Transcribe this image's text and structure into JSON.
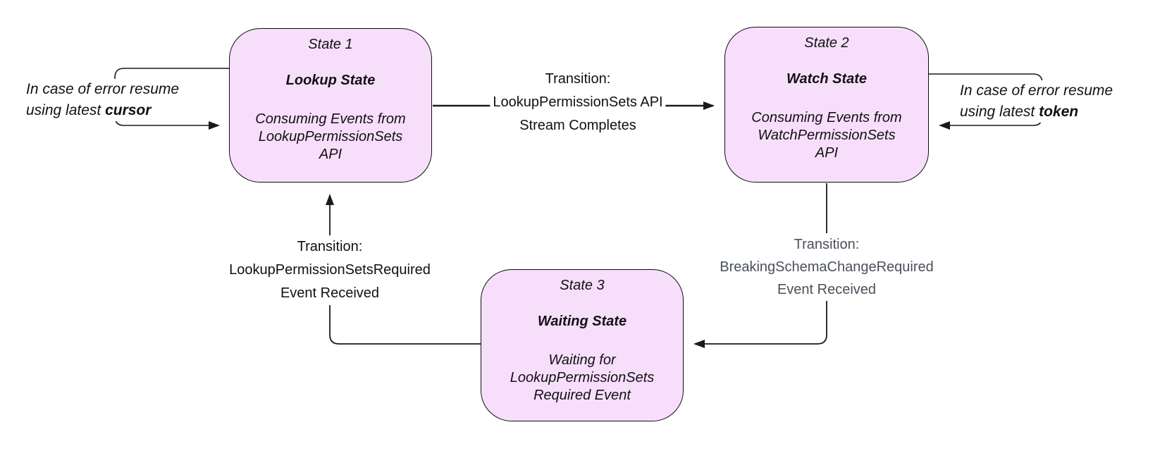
{
  "diagram": {
    "states": [
      {
        "title": "State 1",
        "name": "Lookup State",
        "desc_lines": [
          "Consuming Events from",
          "LookupPermissionSets",
          "API"
        ]
      },
      {
        "title": "State 2",
        "name": "Watch State",
        "desc_lines": [
          "Consuming Events from",
          "WatchPermissionSets",
          "API"
        ]
      },
      {
        "title": "State 3",
        "name": "Waiting State",
        "desc_lines": [
          "Waiting for",
          "LookupPermissionSets",
          "Required Event"
        ]
      }
    ],
    "transitions": {
      "lookup_to_watch": {
        "lines": [
          "Transition:",
          "LookupPermissionSets API",
          "Stream Completes"
        ]
      },
      "watch_to_waiting": {
        "lines": [
          "Transition:",
          "BreakingSchemaChangeRequired",
          "Event Received"
        ]
      },
      "waiting_to_lookup": {
        "lines": [
          "Transition:",
          "LookupPermissionSetsRequired",
          "Event Received"
        ]
      }
    },
    "annotations": {
      "left": {
        "line1": "In case of error resume",
        "line2_prefix": "using latest ",
        "line2_bold": "cursor"
      },
      "right": {
        "line1": "In case of error resume",
        "line2_prefix": "using latest ",
        "line2_bold": "token"
      }
    },
    "colors": {
      "state_fill": "#f7dffc",
      "state_border": "#0d0d0d",
      "text": "#111111",
      "muted_label": "#4a505a",
      "arrow": "#1a1a1a"
    }
  }
}
